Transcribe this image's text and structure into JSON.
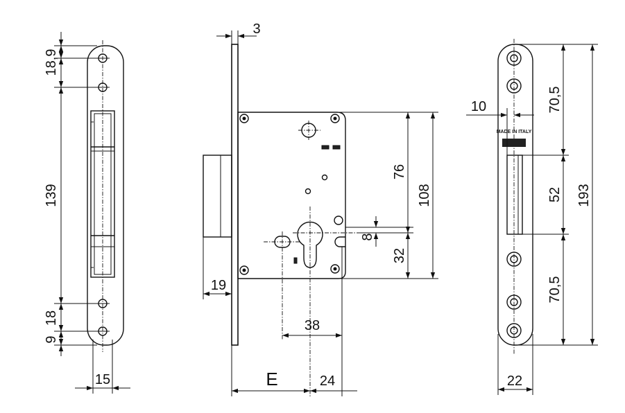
{
  "dimensions": {
    "left_plate": {
      "top_offset": "18,9",
      "span": "139",
      "bottom_a": "18",
      "bottom_b": "9",
      "width": "15"
    },
    "body": {
      "faceplate_thickness": "3",
      "backset_to_plate": "19",
      "hole_spacing": "38",
      "backset": "E",
      "to_edge": "24",
      "height": "108",
      "spindle_to_cylinder": "76",
      "slot": "8",
      "cylinder_to_bottom": "32"
    },
    "right_plate": {
      "offset": "10",
      "top": "70,5",
      "middle": "52",
      "bottom": "70,5",
      "total": "193",
      "width": "22"
    }
  },
  "logo_text": "MADE IN ITALY"
}
